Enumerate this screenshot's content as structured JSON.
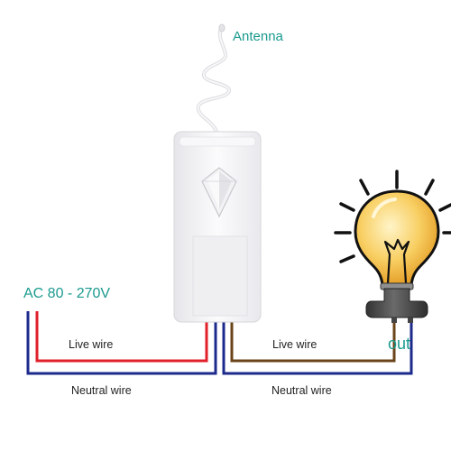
{
  "labels": {
    "antenna": "Antenna",
    "ac_input": "AC 80 - 270V",
    "live_left": "Live wire",
    "neutral_left": "Neutral wire",
    "live_right": "Live wire",
    "neutral_right": "Neutral wire",
    "output": "out"
  },
  "colors": {
    "label_accent": "#1a9a8e",
    "live_wire_input": "#e0202a",
    "live_wire_output": "#6a4418",
    "neutral_wire": "#1c2a8c",
    "device_body": "#f4f4f6",
    "bulb_glow": "#f4b63a",
    "lamp_socket": "#4a4a4a"
  }
}
